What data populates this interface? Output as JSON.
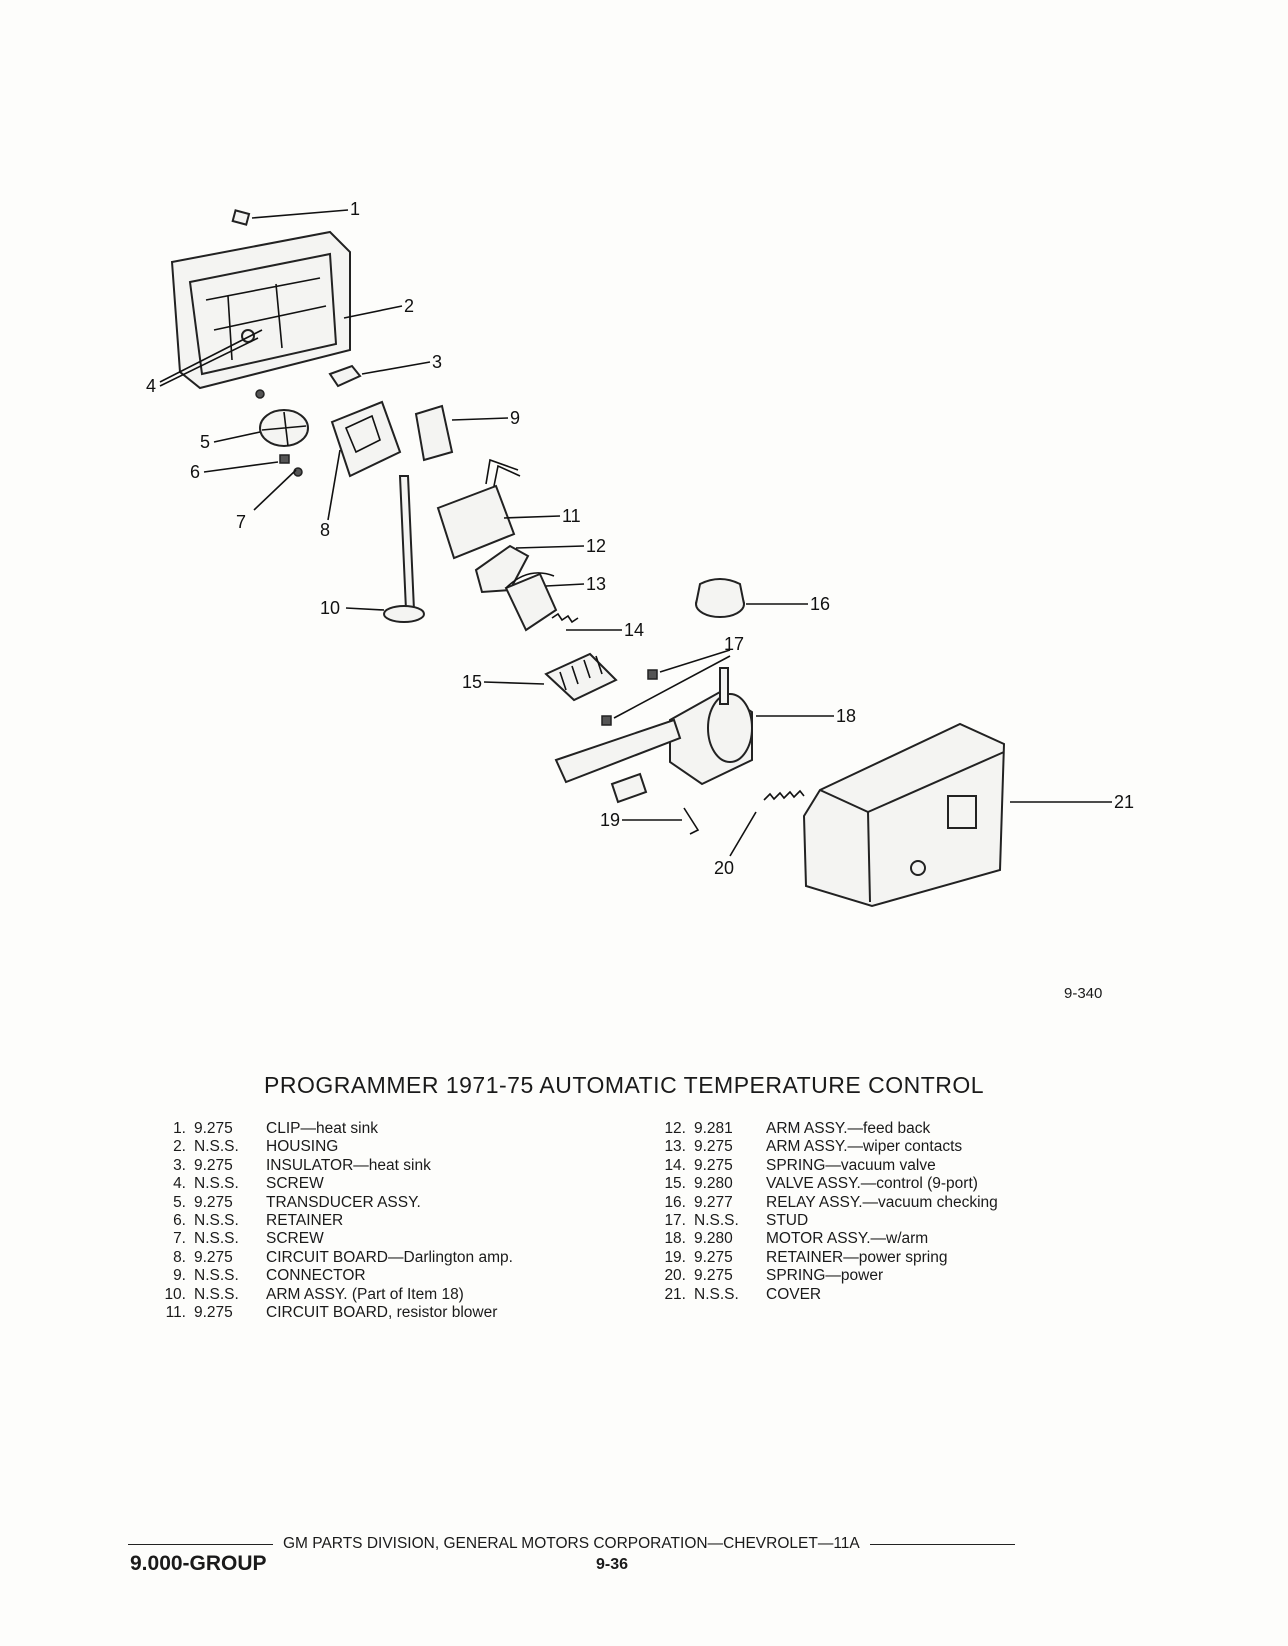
{
  "callouts": [
    "1",
    "2",
    "3",
    "4",
    "5",
    "6",
    "7",
    "8",
    "9",
    "10",
    "11",
    "12",
    "13",
    "14",
    "15",
    "16",
    "17",
    "18",
    "19",
    "20",
    "21"
  ],
  "figure_number": "9-340",
  "title": "PROGRAMMER 1971-75 AUTOMATIC TEMPERATURE CONTROL",
  "parts_left": [
    {
      "num": "1.",
      "code": "9.275",
      "desc": "CLIP—heat sink"
    },
    {
      "num": "2.",
      "code": "N.S.S.",
      "desc": "HOUSING"
    },
    {
      "num": "3.",
      "code": "9.275",
      "desc": "INSULATOR—heat sink"
    },
    {
      "num": "4.",
      "code": "N.S.S.",
      "desc": "SCREW"
    },
    {
      "num": "5.",
      "code": "9.275",
      "desc": "TRANSDUCER ASSY."
    },
    {
      "num": "6.",
      "code": "N.S.S.",
      "desc": "RETAINER"
    },
    {
      "num": "7.",
      "code": "N.S.S.",
      "desc": "SCREW"
    },
    {
      "num": "8.",
      "code": "9.275",
      "desc": "CIRCUIT BOARD—Darlington amp."
    },
    {
      "num": "9.",
      "code": "N.S.S.",
      "desc": "CONNECTOR"
    },
    {
      "num": "10.",
      "code": "N.S.S.",
      "desc": "ARM ASSY. (Part of Item 18)"
    },
    {
      "num": "11.",
      "code": "9.275",
      "desc": "CIRCUIT BOARD, resistor blower"
    }
  ],
  "parts_right": [
    {
      "num": "12.",
      "code": "9.281",
      "desc": "ARM ASSY.—feed back"
    },
    {
      "num": "13.",
      "code": "9.275",
      "desc": "ARM ASSY.—wiper contacts"
    },
    {
      "num": "14.",
      "code": "9.275",
      "desc": "SPRING—vacuum valve"
    },
    {
      "num": "15.",
      "code": "9.280",
      "desc": "VALVE ASSY.—control (9-port)"
    },
    {
      "num": "16.",
      "code": "9.277",
      "desc": "RELAY ASSY.—vacuum checking"
    },
    {
      "num": "17.",
      "code": "N.S.S.",
      "desc": "STUD"
    },
    {
      "num": "18.",
      "code": "9.280",
      "desc": "MOTOR ASSY.—w/arm"
    },
    {
      "num": "19.",
      "code": "9.275",
      "desc": "RETAINER—power spring"
    },
    {
      "num": "20.",
      "code": "9.275",
      "desc": "SPRING—power"
    },
    {
      "num": "21.",
      "code": "N.S.S.",
      "desc": "COVER"
    }
  ],
  "footer": {
    "text": "GM PARTS DIVISION, GENERAL MOTORS CORPORATION—CHEVROLET—11A",
    "group": "9.000-GROUP",
    "page": "9-36"
  }
}
